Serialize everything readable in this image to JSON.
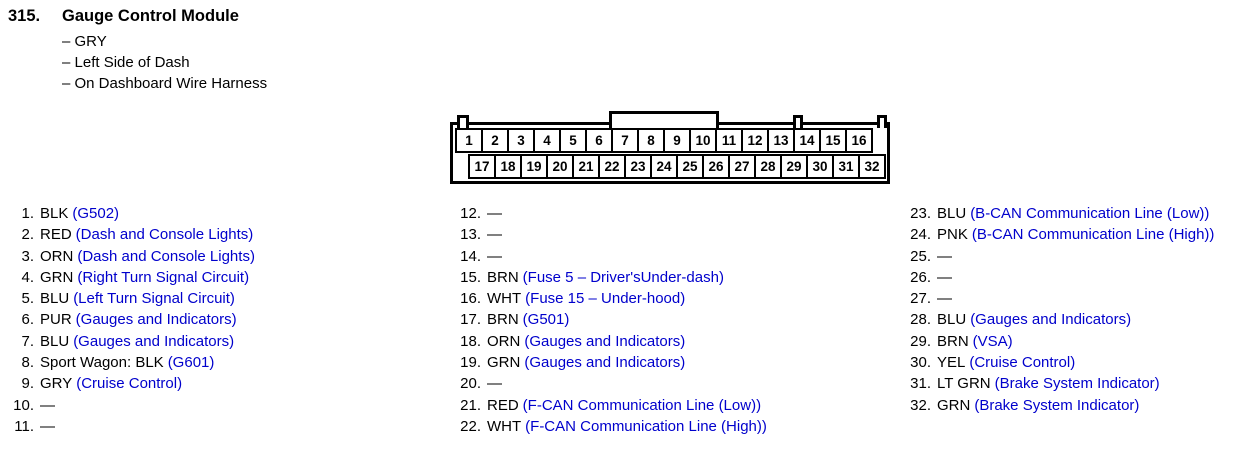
{
  "colors": {
    "link": "#0000CC"
  },
  "header": {
    "number": "315.",
    "title": "Gauge Control Module",
    "details": [
      "– GRY",
      "– Left Side of Dash",
      "– On Dashboard Wire Harness"
    ]
  },
  "connector": {
    "top_pins": [
      "1",
      "2",
      "3",
      "4",
      "5",
      "6",
      "7",
      "8",
      "9",
      "10",
      "11",
      "12",
      "13",
      "14",
      "15",
      "16"
    ],
    "bottom_pins": [
      "17",
      "18",
      "19",
      "20",
      "21",
      "22",
      "23",
      "24",
      "25",
      "26",
      "27",
      "28",
      "29",
      "30",
      "31",
      "32"
    ]
  },
  "columns": [
    [
      {
        "n": "1.",
        "wire": "BLK",
        "desc": "(G502)"
      },
      {
        "n": "2.",
        "wire": "RED",
        "desc": "(Dash and Console Lights)"
      },
      {
        "n": "3.",
        "wire": "ORN",
        "desc": "(Dash and Console Lights)"
      },
      {
        "n": "4.",
        "wire": "GRN",
        "desc": "(Right Turn Signal Circuit)"
      },
      {
        "n": "5.",
        "wire": "BLU",
        "desc": "(Left Turn Signal Circuit)"
      },
      {
        "n": "6.",
        "wire": "PUR",
        "desc": "(Gauges and Indicators)"
      },
      {
        "n": "7.",
        "wire": "BLU",
        "desc": "(Gauges and Indicators)"
      },
      {
        "n": "8.",
        "wire": "Sport Wagon: BLK",
        "desc": "(G601)"
      },
      {
        "n": "9.",
        "wire": "GRY",
        "desc": "(Cruise Control)"
      },
      {
        "n": "10.",
        "wire": "—",
        "desc": ""
      },
      {
        "n": "11.",
        "wire": "—",
        "desc": ""
      }
    ],
    [
      {
        "n": "12.",
        "wire": "—",
        "desc": ""
      },
      {
        "n": "13.",
        "wire": "—",
        "desc": ""
      },
      {
        "n": "14.",
        "wire": "—",
        "desc": ""
      },
      {
        "n": "15.",
        "wire": "BRN",
        "desc": "(Fuse 5 – Driver'sUnder-dash)"
      },
      {
        "n": "16.",
        "wire": "WHT",
        "desc": "(Fuse 15 – Under-hood)"
      },
      {
        "n": "17.",
        "wire": "BRN",
        "desc": "(G501)"
      },
      {
        "n": "18.",
        "wire": "ORN",
        "desc": "(Gauges and Indicators)"
      },
      {
        "n": "19.",
        "wire": "GRN",
        "desc": "(Gauges and Indicators)"
      },
      {
        "n": "20.",
        "wire": "—",
        "desc": ""
      },
      {
        "n": "21.",
        "wire": "RED",
        "desc": "(F-CAN Communication Line (Low))"
      },
      {
        "n": "22.",
        "wire": "WHT",
        "desc": "(F-CAN Communication Line (High))"
      }
    ],
    [
      {
        "n": "23.",
        "wire": "BLU",
        "desc": "(B-CAN Communication Line (Low))"
      },
      {
        "n": "24.",
        "wire": "PNK",
        "desc": "(B-CAN Communication Line (High))"
      },
      {
        "n": "25.",
        "wire": "—",
        "desc": ""
      },
      {
        "n": "26.",
        "wire": "—",
        "desc": ""
      },
      {
        "n": "27.",
        "wire": "—",
        "desc": ""
      },
      {
        "n": "28.",
        "wire": "BLU",
        "desc": "(Gauges and Indicators)"
      },
      {
        "n": "29.",
        "wire": "BRN",
        "desc": "(VSA)"
      },
      {
        "n": "30.",
        "wire": "YEL",
        "desc": "(Cruise Control)"
      },
      {
        "n": "31.",
        "wire": "LT GRN",
        "desc": "(Brake System Indicator)"
      },
      {
        "n": "32.",
        "wire": "GRN",
        "desc": "(Brake System Indicator)"
      }
    ]
  ]
}
